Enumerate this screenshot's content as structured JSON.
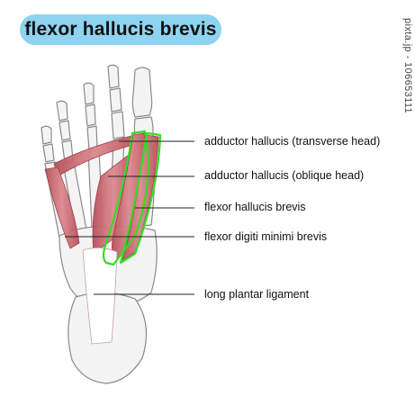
{
  "title": "flexor hallucis brevis",
  "labels": {
    "adductor_transverse": "adductor hallucis (transverse head)",
    "adductor_oblique": "adductor hallucis (oblique head)",
    "flexor_hallucis_brevis": "flexor hallucis brevis",
    "flexor_digiti_minimi_brevis": "flexor digiti minimi brevis",
    "long_plantar_ligament": "long plantar ligament"
  },
  "watermark": "pixta.jp - 106653111",
  "colors": {
    "title_pill": "#8ed3f0",
    "muscle": "#c9656d",
    "highlight_outline": "#33dd22",
    "bone_fill": "#f4f4f4",
    "bone_stroke": "#8a8a8a"
  }
}
